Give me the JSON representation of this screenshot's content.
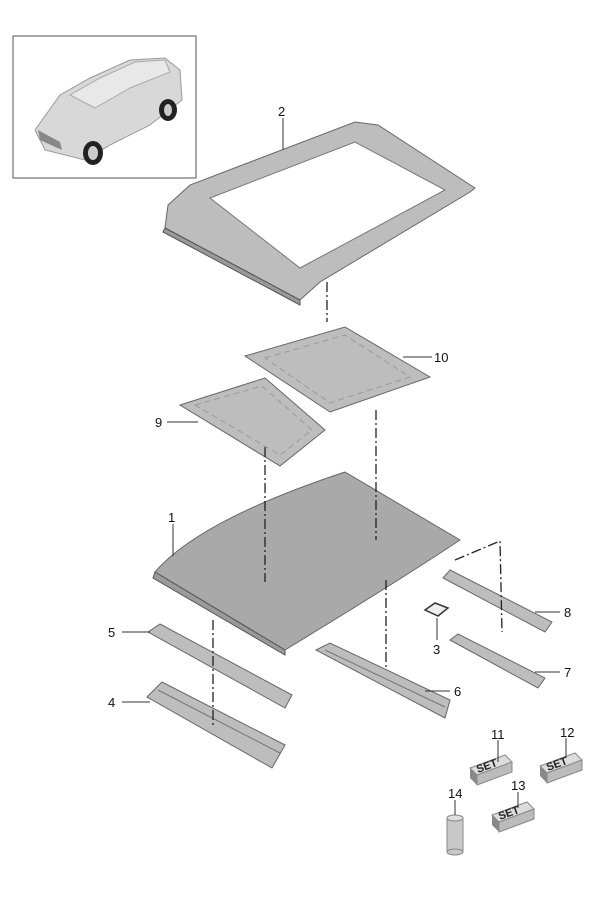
{
  "thumbnail": {
    "alt": "vehicle-overview"
  },
  "callouts": [
    "1",
    "2",
    "3",
    "4",
    "5",
    "6",
    "7",
    "8",
    "9",
    "10",
    "11",
    "12",
    "13",
    "14"
  ],
  "set_label": "SET"
}
